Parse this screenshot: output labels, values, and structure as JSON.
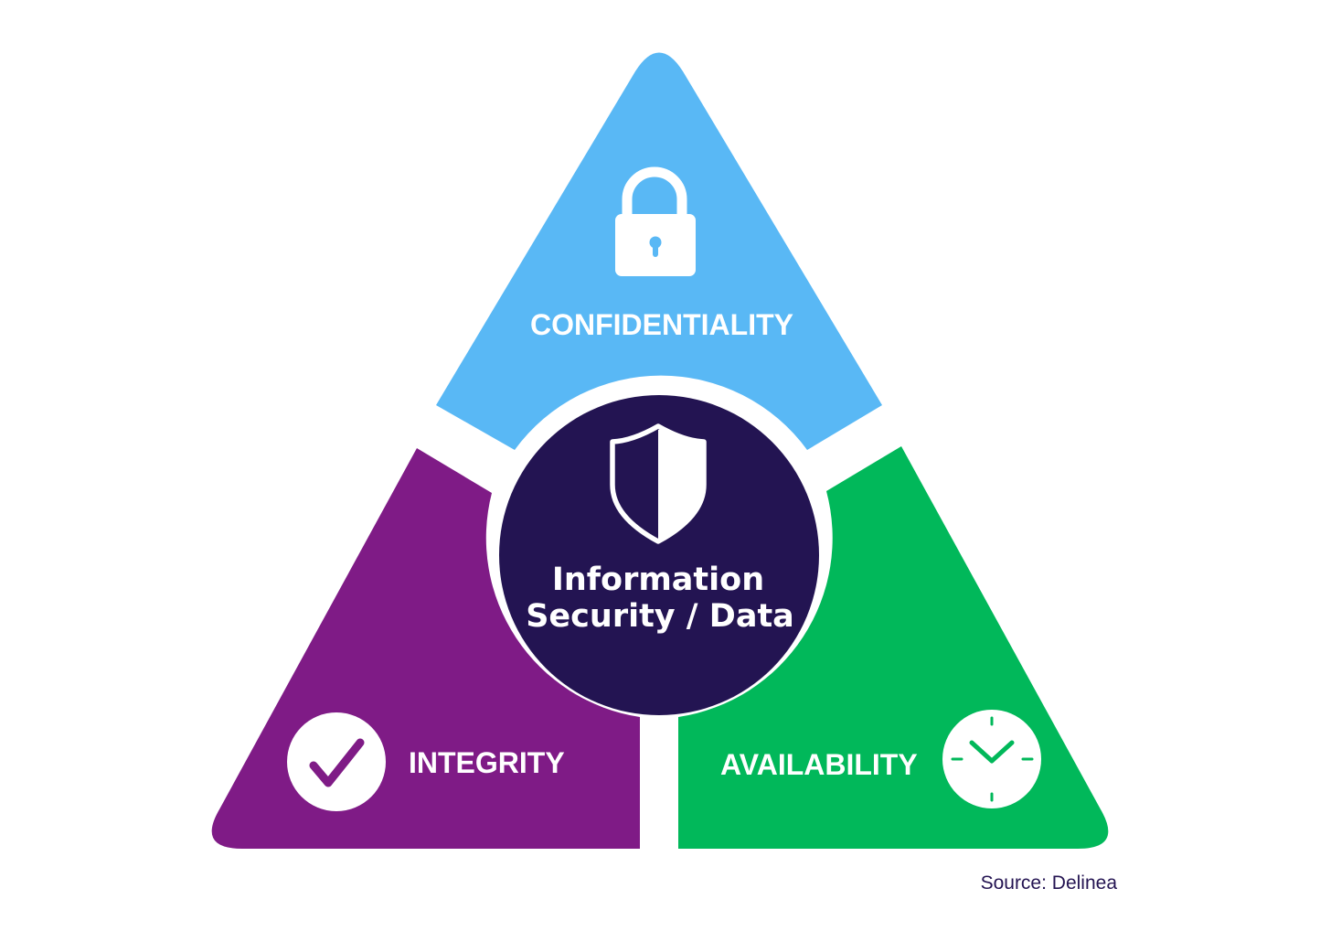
{
  "colors": {
    "confidentiality": "#59b8f5",
    "integrity": "#7f1b86",
    "availability": "#01b85a",
    "center": "#231452",
    "source_text": "#241452"
  },
  "segments": {
    "confidentiality": {
      "label": "CONFIDENTIALITY",
      "icon": "lock-icon"
    },
    "integrity": {
      "label": "INTEGRITY",
      "icon": "checkmark-icon"
    },
    "availability": {
      "label": "AVAILABILITY",
      "icon": "clock-icon"
    }
  },
  "center": {
    "icon": "shield-icon",
    "line1": "Information",
    "line2": "Security / Data"
  },
  "source": "Source: Delinea"
}
